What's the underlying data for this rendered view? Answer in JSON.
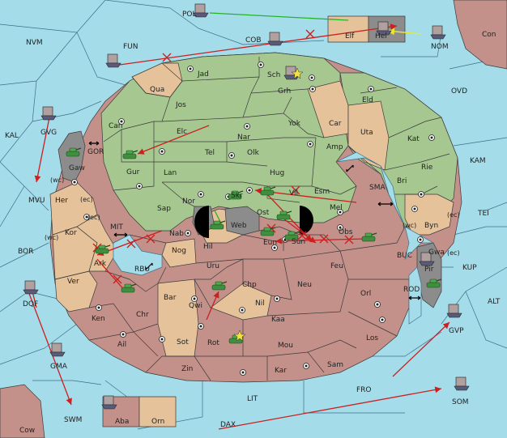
{
  "colors": {
    "sea": "#a4dcea",
    "green": "#a6c890",
    "tan": "#e5c29a",
    "red": "#c3918a",
    "grey": "#8c8c8c",
    "move": "#cc1f1f",
    "support": "#26b426",
    "convoy": "#e8e832"
  },
  "provinces": {
    "pol": "POL",
    "nvm": "NVM",
    "fun": "FUN",
    "cob": "COB",
    "elf": "Elf",
    "hel": "Hel",
    "nom": "NOM",
    "con": "Con",
    "ovd": "OVD",
    "kal": "KAL",
    "gvg": "GVG",
    "gor": "GOR",
    "gaw": "Gaw",
    "mvu": "MVU",
    "kam": "KAM",
    "tei": "TEI",
    "mit": "MIT",
    "bor": "BOR",
    "rbu": "RBU",
    "sma": "SMA",
    "buc": "BUC",
    "kup": "KUP",
    "rod": "ROD",
    "alt": "ALT",
    "dqf": "DQF",
    "gvp": "GVP",
    "gma": "GMA",
    "fro": "FRO",
    "som": "SOM",
    "lit": "LIT",
    "swm": "SWM",
    "dax": "DAX",
    "cow": "Cow",
    "aba": "Aba",
    "orn": "Orn",
    "jad": "Jad",
    "sch": "Sch",
    "qua": "Qua",
    "jos": "Jos",
    "grh": "Grh",
    "eld": "Eld",
    "can": "Can",
    "elc": "Elc",
    "nar": "Nar",
    "yok": "Yok",
    "car": "Car",
    "uta": "Uta",
    "kat": "Kat",
    "tel": "Tel",
    "olk": "Olk",
    "amp": "Amp",
    "gur": "Gur",
    "lan": "Lan",
    "hug": "Hug",
    "rie": "Rie",
    "bri": "Bri",
    "esm": "Esm",
    "nor": "Nor",
    "skr": "Skr",
    "vil": "Vil",
    "sap": "Sap",
    "web": "Web",
    "ost": "Ost",
    "mel": "Mel",
    "her": "Her",
    "kor": "Kor",
    "nab": "Nab",
    "eun": "Eun",
    "sun": "Sun",
    "obs": "Obs",
    "byn": "Byn",
    "hil": "Hil",
    "nog": "Nog",
    "gwa": "Gwa",
    "uru": "Uru",
    "feu": "Feu",
    "ver": "Ver",
    "ark": "Ark",
    "pir": "Pir",
    "bar": "Bar",
    "chp": "Chp",
    "neu": "Neu",
    "orl": "Orl",
    "qwi": "Qwi",
    "nil": "Nil",
    "ken": "Ken",
    "chr": "Chr",
    "kaa": "Kaa",
    "los": "Los",
    "sot": "Sot",
    "rot": "Rot",
    "mou": "Mou",
    "ail": "Ail",
    "zin": "Zin",
    "kar": "Kar",
    "sam": "Sam"
  },
  "coast_labels": {
    "her_wc": "(wc)",
    "her_ec": "(ec)",
    "kor_ec": "(ec)",
    "kor_wc": "(wc)",
    "byn_wc": "(wc)",
    "byn_ec": "(ec)",
    "gwa_ec": "(ec)"
  },
  "units": {
    "armies": [
      "gur",
      "gaw",
      "skr",
      "vil",
      "web",
      "ost",
      "eun",
      "sun",
      "obs",
      "ark",
      "chr",
      "chp",
      "rot",
      "orl"
    ],
    "fleets": [
      "pol",
      "cob",
      "nom",
      "fun",
      "gvg",
      "dqf",
      "gma",
      "gvp",
      "som",
      "aba",
      "hel",
      "sch",
      "pir"
    ]
  },
  "orders": {
    "moves": 13,
    "supports": 2,
    "convoys": 1,
    "failed_marks": 11
  }
}
